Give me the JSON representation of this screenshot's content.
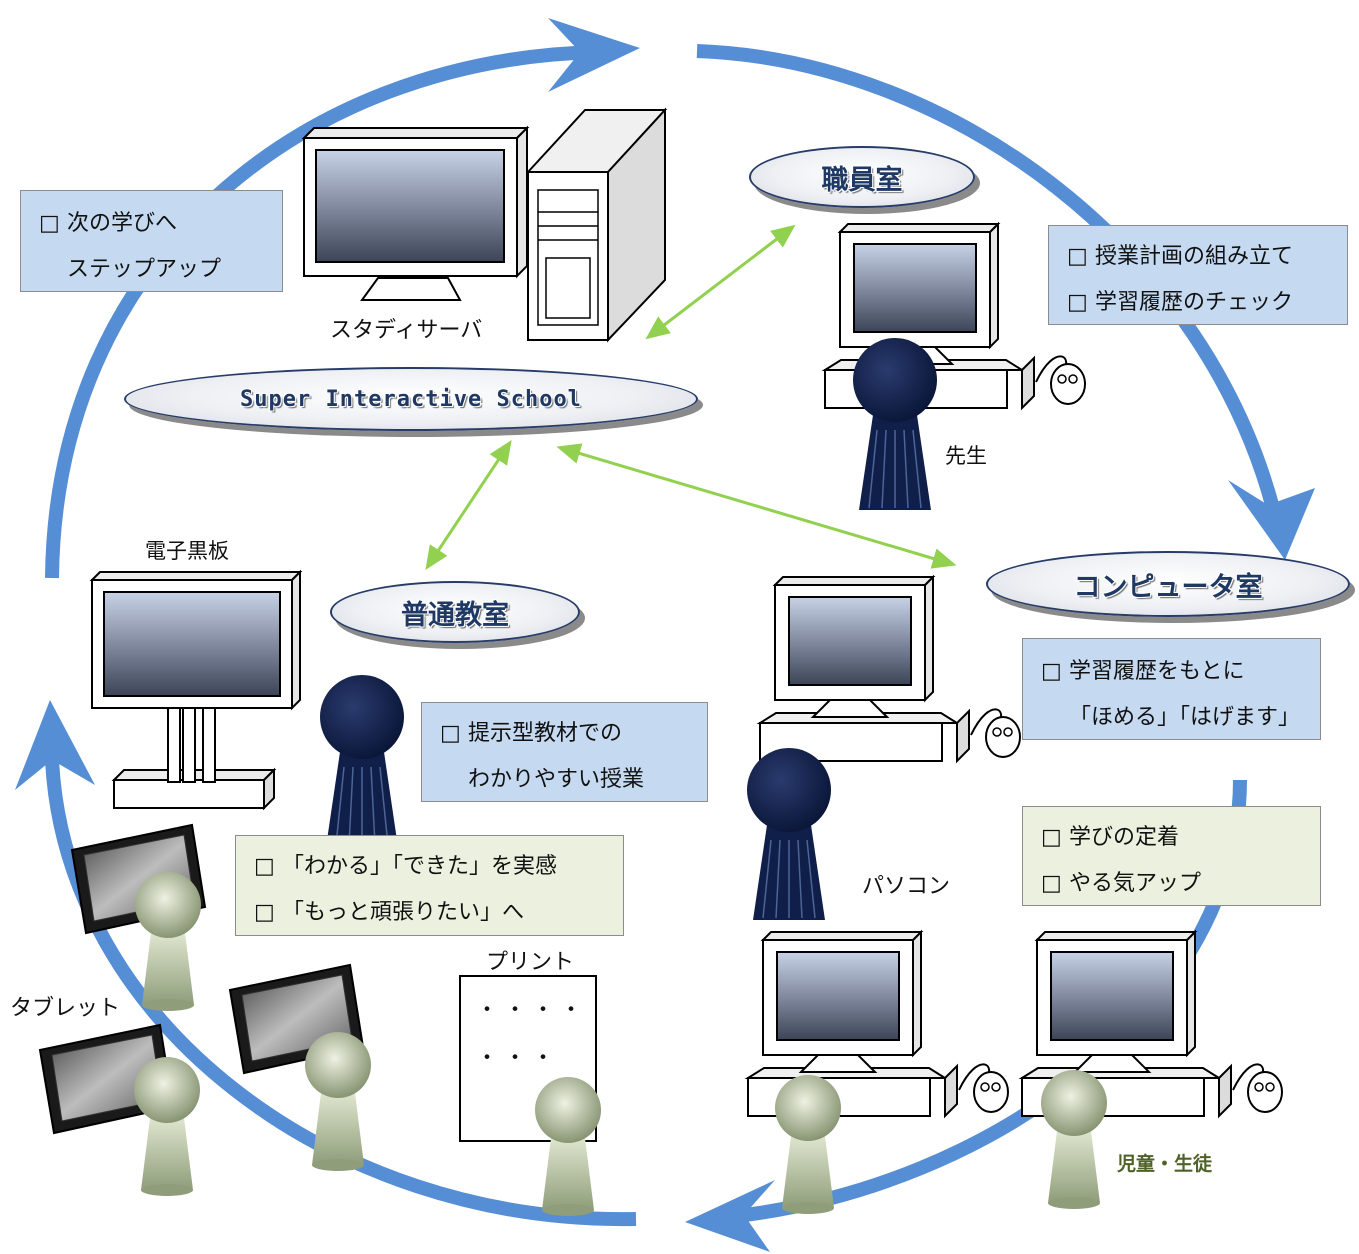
{
  "diagram": {
    "server_label": "スタディサーバ",
    "system_name": "Super Interactive School",
    "rooms": {
      "staff_room": "職員室",
      "computer_room": "コンピュータ室",
      "classroom": "普通教室"
    },
    "labels": {
      "teacher": "先生",
      "electronic_blackboard": "電子黒板",
      "pc": "パソコン",
      "print": "プリント",
      "tablet": "タブレット",
      "students": "児童・生徒"
    },
    "notes": {
      "next_step": {
        "marker": "□",
        "lines": [
          "次の学びへ",
          "ステップアップ"
        ]
      },
      "teacher_tasks": {
        "marker": "□",
        "lines": [
          "授業計画の組み立て",
          "学習履歴のチェック"
        ]
      },
      "praise": {
        "marker": "□",
        "lines": [
          "学習履歴をもとに",
          "「ほめる」「はげます」"
        ]
      },
      "classroom_lesson": {
        "marker": "□",
        "lines": [
          "提示型教材での",
          "わかりやすい授業"
        ]
      },
      "learning_result": {
        "marker": "□",
        "lines": [
          "学びの定着",
          "やる気アップ"
        ]
      },
      "student_feeling": {
        "marker": "□",
        "lines": [
          "「わかる」「できた」を実感",
          "「もっと頑張りたい」へ"
        ]
      }
    },
    "print_dots": [
      "・・・・",
      "・・・"
    ],
    "colors": {
      "cycle_arrow": "#558ed5",
      "link_arrow": "#92d050",
      "note_blue": "#c5d9f1",
      "note_green": "#ebf1de",
      "person_dark": "#0f1f4a",
      "person_light": "#8f9d7a",
      "oval_text": "#1f3864",
      "student_label": "#4f6228"
    }
  }
}
